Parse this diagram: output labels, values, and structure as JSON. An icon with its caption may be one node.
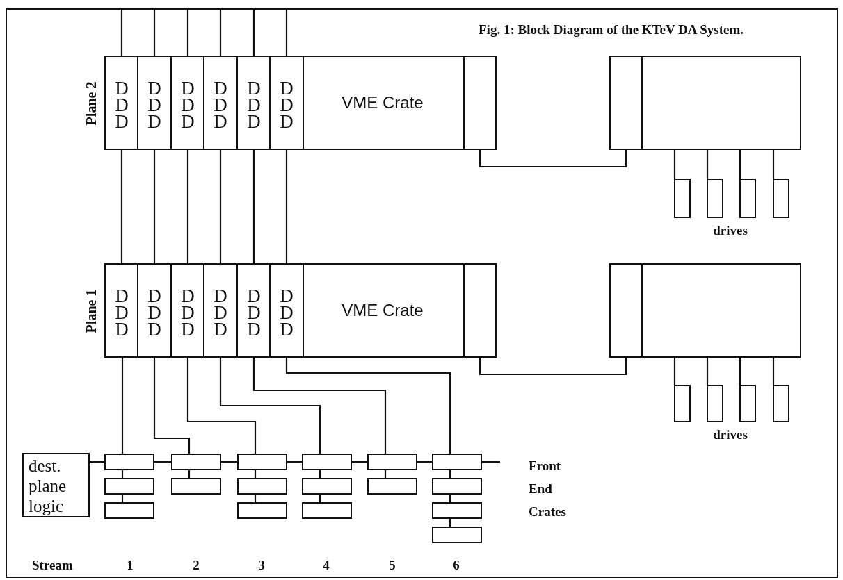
{
  "diagram": {
    "title": "Fig. 1: Block Diagram of the KTeV DA System.",
    "nodes": [
      {
        "text": [
          "Plane 2",
          "VME Crate"
        ]
      },
      {
        "text": [
          "D D D"
        ],
        "in": 0
      },
      {
        "text": [
          "D D D"
        ],
        "in": 0
      },
      {
        "text": [
          "D D D"
        ],
        "in": 0
      },
      {
        "text": [
          "D D D"
        ],
        "in": 0
      },
      {
        "text": [
          "D D D"
        ],
        "in": 0
      },
      {
        "text": [
          "D D D"
        ],
        "in": 0
      },
      {
        "text": [],
        "shape": "box",
        "in": 0
      },
      {
        "text": [],
        "shape": "box"
      },
      {
        "text": [],
        "shape": "box",
        "in": 8
      },
      {
        "text": [],
        "shape": "box"
      },
      {
        "text": [],
        "shape": "box"
      },
      {
        "text": [],
        "shape": "box"
      },
      {
        "text": [],
        "shape": "box"
      },
      {
        "text": [
          "Plane 1",
          "VME Crate"
        ]
      },
      {
        "text": [
          "D D D"
        ],
        "in": 14
      },
      {
        "text": [
          "D D D"
        ],
        "in": 14
      },
      {
        "text": [
          "D D D"
        ],
        "in": 14
      },
      {
        "text": [
          "D D D"
        ],
        "in": 14
      },
      {
        "text": [
          "D D D"
        ],
        "in": 14
      },
      {
        "text": [
          "D D D"
        ],
        "in": 14
      },
      {
        "text": [],
        "shape": "box",
        "in": 14
      },
      {
        "text": [],
        "shape": "box"
      },
      {
        "text": [],
        "shape": "box",
        "in": 22
      },
      {
        "text": [],
        "shape": "box"
      },
      {
        "text": [],
        "shape": "box"
      },
      {
        "text": [],
        "shape": "box"
      },
      {
        "text": [],
        "shape": "box"
      },
      {
        "text": [
          "dest. plane logic"
        ]
      },
      {
        "text": [],
        "shape": "box"
      },
      {
        "text": [],
        "shape": "box"
      },
      {
        "text": [],
        "shape": "box"
      },
      {
        "text": [],
        "shape": "box"
      },
      {
        "text": [],
        "shape": "box"
      },
      {
        "text": [],
        "shape": "box"
      },
      {
        "text": [],
        "shape": "box"
      },
      {
        "text": [],
        "shape": "box"
      },
      {
        "text": [],
        "shape": "box"
      },
      {
        "text": [],
        "shape": "box"
      },
      {
        "text": [],
        "shape": "box"
      },
      {
        "text": [],
        "shape": "box"
      },
      {
        "text": [],
        "shape": "box"
      },
      {
        "text": [],
        "shape": "box"
      },
      {
        "text": [],
        "shape": "box"
      },
      {
        "text": [],
        "shape": "box"
      },
      {
        "text": [],
        "shape": "box"
      }
    ],
    "edges": [
      {
        "from": null,
        "to": 1,
        "arrow": "none"
      },
      {
        "from": null,
        "to": 2,
        "arrow": "none"
      },
      {
        "from": null,
        "to": 3,
        "arrow": "none"
      },
      {
        "from": null,
        "to": 4,
        "arrow": "none"
      },
      {
        "from": null,
        "to": 5,
        "arrow": "none"
      },
      {
        "from": null,
        "to": 6,
        "arrow": "none"
      },
      {
        "from": 1,
        "to": 15,
        "arrow": "none"
      },
      {
        "from": 2,
        "to": 16,
        "arrow": "none"
      },
      {
        "from": 3,
        "to": 17,
        "arrow": "none"
      },
      {
        "from": 4,
        "to": 18,
        "arrow": "none"
      },
      {
        "from": 5,
        "to": 19,
        "arrow": "none"
      },
      {
        "from": 6,
        "to": 20,
        "arrow": "none"
      },
      {
        "from": 7,
        "to": 9,
        "arrow": "none"
      },
      {
        "from": 8,
        "to": 10,
        "arrow": "none"
      },
      {
        "from": 8,
        "to": 11,
        "arrow": "none"
      },
      {
        "from": 8,
        "to": 12,
        "arrow": "none"
      },
      {
        "from": 8,
        "to": 13,
        "arrow": "none"
      },
      {
        "from": 21,
        "to": 23,
        "arrow": "none"
      },
      {
        "from": 22,
        "to": 24,
        "arrow": "none"
      },
      {
        "from": 22,
        "to": 25,
        "arrow": "none"
      },
      {
        "from": 22,
        "to": 26,
        "arrow": "none"
      },
      {
        "from": 22,
        "to": 27,
        "arrow": "none"
      },
      {
        "from": 15,
        "to": 29,
        "arrow": "none"
      },
      {
        "from": 16,
        "to": 32,
        "arrow": "none"
      },
      {
        "from": 17,
        "to": 34,
        "arrow": "none"
      },
      {
        "from": 18,
        "to": 37,
        "arrow": "none"
      },
      {
        "from": 19,
        "to": 40,
        "arrow": "none"
      },
      {
        "from": 20,
        "to": 42,
        "arrow": "none"
      },
      {
        "from": 28,
        "to": 29,
        "arrow": "none"
      },
      {
        "from": 29,
        "to": 32,
        "arrow": "none"
      },
      {
        "from": 32,
        "to": 34,
        "arrow": "none"
      },
      {
        "from": 34,
        "to": 37,
        "arrow": "none"
      },
      {
        "from": 37,
        "to": 40,
        "arrow": "none"
      },
      {
        "from": 40,
        "to": 42,
        "arrow": "none"
      },
      {
        "from": 42,
        "to": null,
        "arrow": "none"
      },
      {
        "from": 29,
        "to": 30,
        "arrow": "none"
      },
      {
        "from": 30,
        "to": 31,
        "arrow": "none"
      },
      {
        "from": 32,
        "to": 33,
        "arrow": "none"
      },
      {
        "from": 34,
        "to": 35,
        "arrow": "none"
      },
      {
        "from": 35,
        "to": 36,
        "arrow": "none"
      },
      {
        "from": 37,
        "to": 38,
        "arrow": "none"
      },
      {
        "from": 38,
        "to": 39,
        "arrow": "none"
      },
      {
        "from": 40,
        "to": 41,
        "arrow": "none"
      },
      {
        "from": 42,
        "to": 43,
        "arrow": "none"
      },
      {
        "from": 43,
        "to": 44,
        "arrow": "none"
      },
      {
        "from": 44,
        "to": 45,
        "arrow": "none"
      }
    ],
    "labels": [
      "drives",
      "drives",
      "Front End Crates",
      "Stream",
      "1",
      "2",
      "3",
      "4",
      "5",
      "6"
    ]
  }
}
